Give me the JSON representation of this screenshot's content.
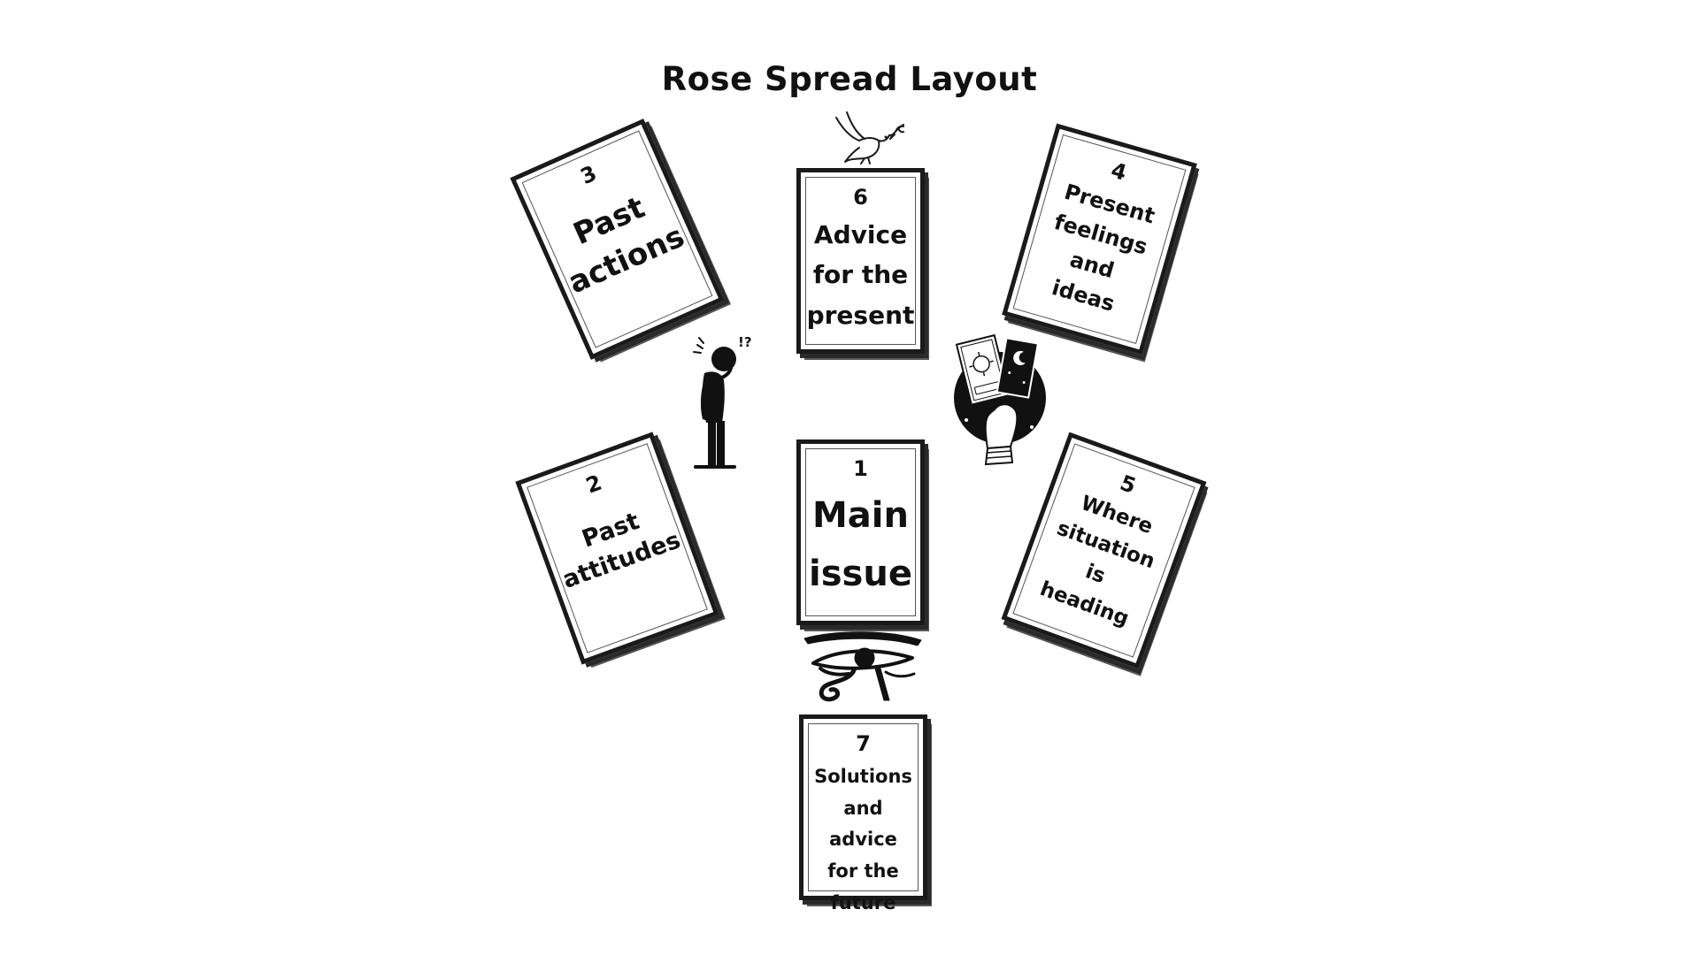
{
  "title": "Rose Spread Layout",
  "cards": [
    {
      "id": "card-1",
      "number": "1",
      "lines": [
        "Main",
        "issue"
      ]
    },
    {
      "id": "card-2",
      "number": "2",
      "lines": [
        "Past",
        "attitudes"
      ]
    },
    {
      "id": "card-3",
      "number": "3",
      "lines": [
        "Past",
        "actions"
      ]
    },
    {
      "id": "card-4",
      "number": "4",
      "lines": [
        "Present",
        "feelings",
        "and",
        "ideas"
      ]
    },
    {
      "id": "card-5",
      "number": "5",
      "lines": [
        "Where",
        "situation",
        "is",
        "heading"
      ]
    },
    {
      "id": "card-6",
      "number": "6",
      "lines": [
        "Advice",
        "for the",
        "present"
      ]
    },
    {
      "id": "card-7",
      "number": "7",
      "lines": [
        "Solutions",
        "and advice",
        "for the",
        "future"
      ]
    }
  ],
  "decorations": {
    "person_mark": "!?",
    "icons": [
      "dove-icon",
      "confused-person-icon",
      "tarot-hand-icon",
      "eye-of-horus-icon"
    ]
  }
}
